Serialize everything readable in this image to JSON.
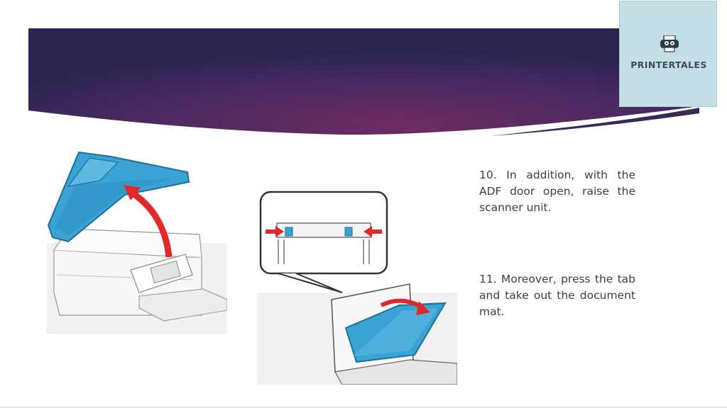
{
  "banner": {
    "gradient_colors": [
      "#2a2454",
      "#4a2a62",
      "#6e2b62",
      "#4f2a5e"
    ]
  },
  "logo": {
    "icon": "printer-mascot-icon",
    "text": "PRINTERTALES",
    "background": "#c4e0e6"
  },
  "images": {
    "left": {
      "description_icon": "printer-raise-scanner-illustration"
    },
    "right": {
      "description_icon": "remove-document-mat-illustration"
    }
  },
  "steps": [
    {
      "text": "10. In addition, with the ADF door open, raise the scanner unit."
    },
    {
      "text": "11. Moreover, press the tab and take out the document mat."
    }
  ],
  "colors": {
    "accent_blue": "#3aa3d4",
    "arrow_red": "#e02a2a",
    "text": "#404040"
  }
}
